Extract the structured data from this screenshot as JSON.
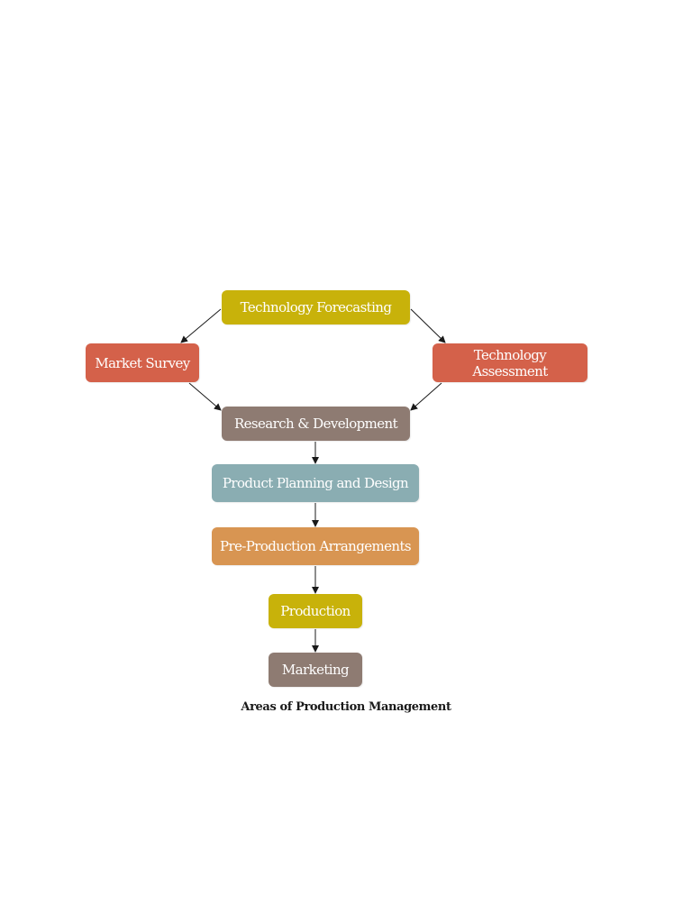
{
  "nodes": {
    "tech_forecast": {
      "label": "Technology Forecasting",
      "color": "#c8b20a"
    },
    "market_survey": {
      "label": "Market Survey",
      "color": "#d4614a"
    },
    "tech_assess": {
      "label": "Technology\nAssessment",
      "color": "#d4614a"
    },
    "rnd": {
      "label": "Research & Development",
      "color": "#8e7b72"
    },
    "planning": {
      "label": "Product Planning and Design",
      "color": "#8aadb2"
    },
    "preprod": {
      "label": "Pre-Production Arrangements",
      "color": "#d89552"
    },
    "production": {
      "label": "Production",
      "color": "#c8b20a"
    },
    "marketing": {
      "label": "Marketing",
      "color": "#8e7b72"
    }
  },
  "edges": [
    {
      "from": "tech_forecast",
      "to": "market_survey"
    },
    {
      "from": "tech_forecast",
      "to": "tech_assess"
    },
    {
      "from": "market_survey",
      "to": "rnd"
    },
    {
      "from": "tech_assess",
      "to": "rnd"
    },
    {
      "from": "rnd",
      "to": "planning"
    },
    {
      "from": "planning",
      "to": "preprod"
    },
    {
      "from": "preprod",
      "to": "production"
    },
    {
      "from": "production",
      "to": "marketing"
    }
  ],
  "caption": "Areas of Production Management",
  "colors": {
    "arrow": "#1a1a1a",
    "caption": "#1a1a1a",
    "background": "#ffffff"
  }
}
